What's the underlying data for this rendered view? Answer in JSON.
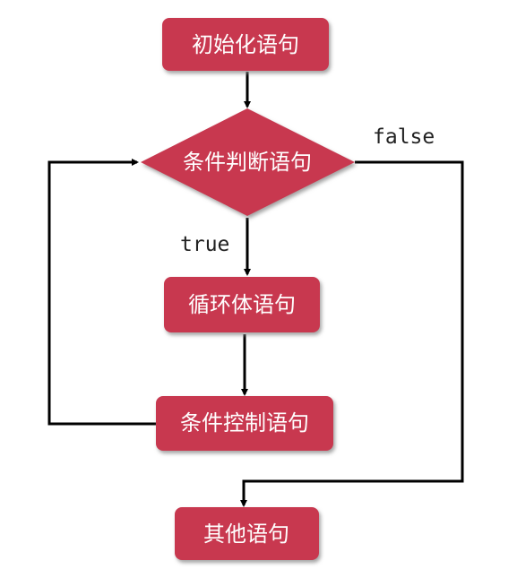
{
  "colors": {
    "node_fill": "#C8374F",
    "node_shadow": "#8c8c8c",
    "node_text": "#FFFFFF",
    "edge": "#000000",
    "label_text": "#222222",
    "background": "#FFFFFF"
  },
  "nodes": {
    "init": {
      "label": "初始化语句",
      "shape": "rounded-rect"
    },
    "condition": {
      "label": "条件判断语句",
      "shape": "diamond"
    },
    "body": {
      "label": "循环体语句",
      "shape": "rounded-rect"
    },
    "control": {
      "label": "条件控制语句",
      "shape": "rounded-rect"
    },
    "other": {
      "label": "其他语句",
      "shape": "rounded-rect"
    }
  },
  "edges": {
    "true_label": "true",
    "false_label": "false"
  }
}
